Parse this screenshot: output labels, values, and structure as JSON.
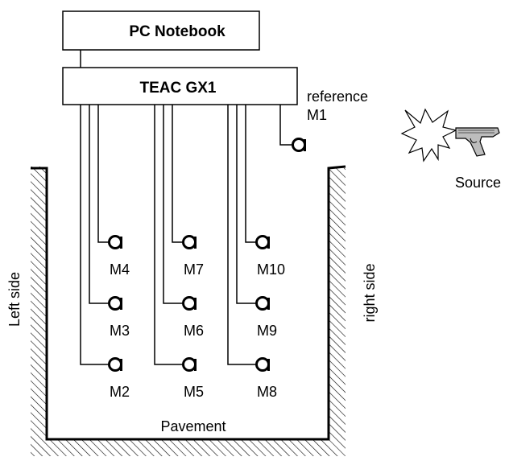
{
  "pc_label": "PC Notebook",
  "recorder_label": "TEAC GX1",
  "reference_label": "reference",
  "reference_mic": "M1",
  "source_label": "Source",
  "left_side_label": "Left side",
  "right_side_label": "right side",
  "pavement_label": "Pavement",
  "microphones": [
    "M4",
    "M7",
    "M10",
    "M3",
    "M6",
    "M9",
    "M2",
    "M5",
    "M8"
  ],
  "icons": {
    "explosion": "explosion-icon",
    "pistol": "pistol-icon",
    "microphone": "microphone-icon"
  }
}
